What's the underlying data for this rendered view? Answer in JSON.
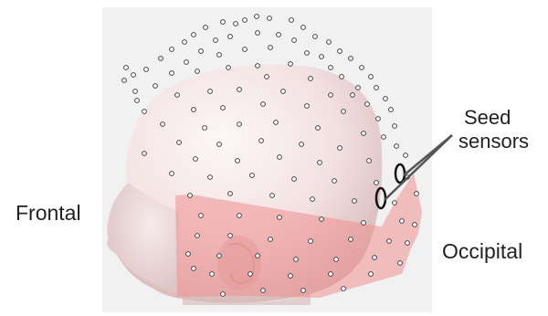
{
  "labels": {
    "frontal": "Frontal",
    "occipital": "Occipital",
    "seed_line1": "Seed",
    "seed_line2": "sensors"
  },
  "colors": {
    "panel_bg": "#f1f1f1",
    "head_light": "#fbf3f3",
    "head_mid": "#efd7d7",
    "head_shadow": "#cfaeae",
    "region_fill": "#ef8f8f",
    "sensor_fill": "#ffffff",
    "sensor_stroke": "#444444",
    "seed_ring": "#111111",
    "leader_line": "#555555",
    "text": "#222222"
  },
  "icons": {
    "head": "infant-head-3d-model",
    "sensor": "sensor-dot",
    "seed": "seed-sensor-ring"
  }
}
